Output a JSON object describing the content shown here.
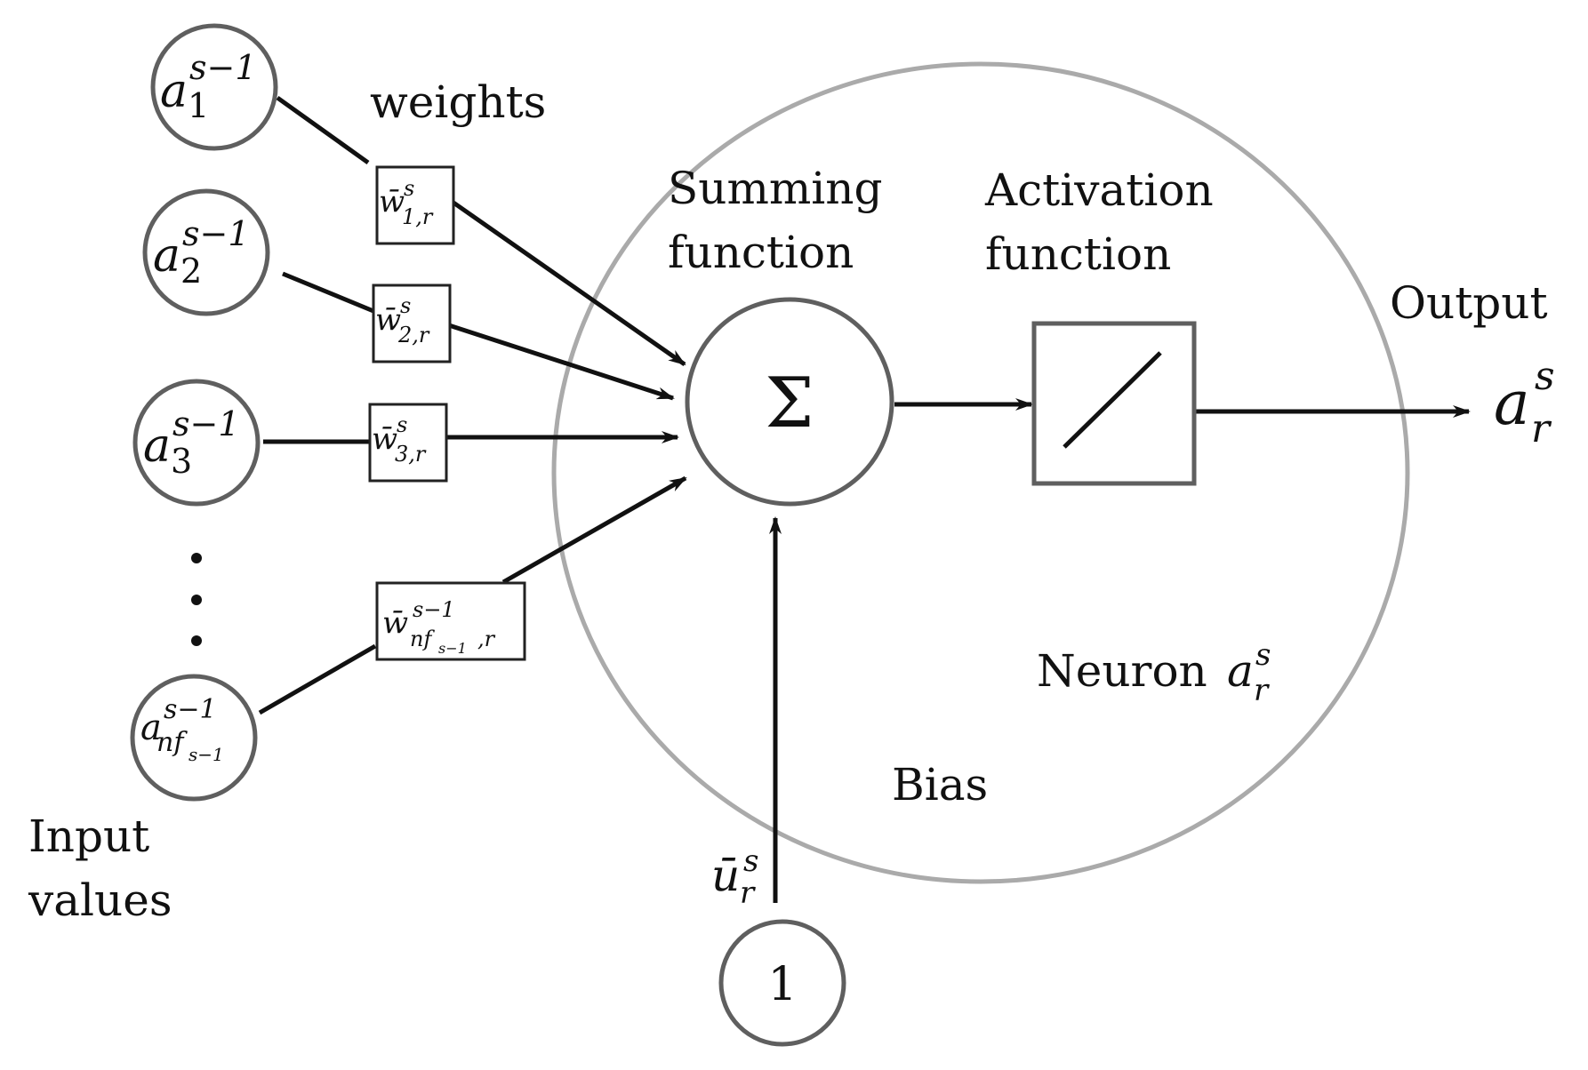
{
  "labels": {
    "weights": "weights",
    "summing_line1": "Summing",
    "summing_line2": "function",
    "activation_line1": "Activation",
    "activation_line2": "function",
    "output": "Output",
    "neuron": "Neuron",
    "bias": "Bias",
    "input_line1": "Input",
    "input_line2": "values"
  },
  "inputs": [
    {
      "base": "a",
      "sup": "s−1",
      "sub": "1"
    },
    {
      "base": "a",
      "sup": "s−1",
      "sub": "2"
    },
    {
      "base": "a",
      "sup": "s−1",
      "sub": "3"
    },
    {
      "base": "a",
      "sup": "s−1",
      "sub": "nf",
      "subsub": "s−1"
    }
  ],
  "weights": [
    {
      "base": "w̄",
      "sup": "s",
      "sub": "1,r"
    },
    {
      "base": "w̄",
      "sup": "s",
      "sub": "2,r"
    },
    {
      "base": "w̄",
      "sup": "s",
      "sub": "3,r"
    },
    {
      "base": "w̄",
      "sup": "s−1",
      "sub": "nf",
      "subsub": "s−1",
      "subtail": ",r"
    }
  ],
  "sum_symbol": "Σ",
  "output_symbol": {
    "base": "a",
    "sup": "s",
    "sub": "r"
  },
  "neuron_symbol": {
    "base": "a",
    "sup": "s",
    "sub": "r"
  },
  "bias_weight": {
    "base": "ū",
    "sup": "s",
    "sub": "r"
  },
  "bias_input": "1",
  "colors": {
    "stroke": "#111111",
    "node_border": "#5f5f5f",
    "neuron_circle": "#aaaaaa"
  }
}
